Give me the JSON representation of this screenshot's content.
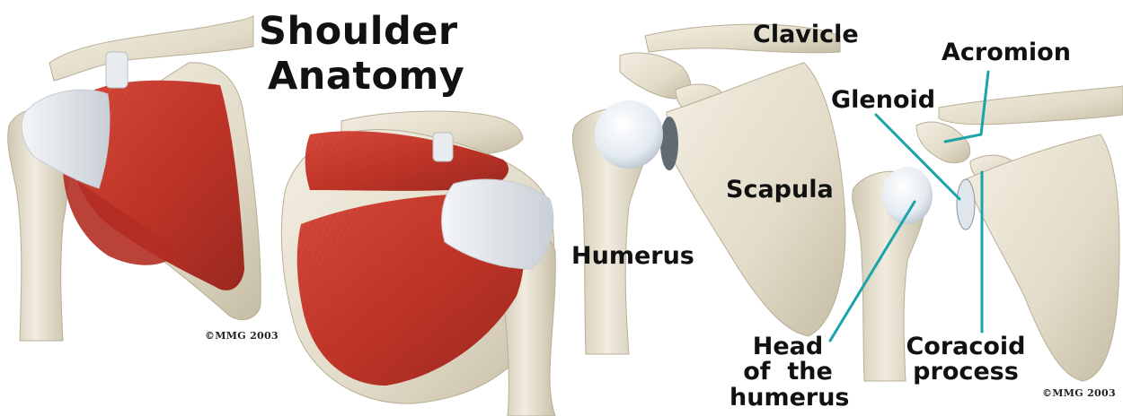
{
  "title": {
    "line1": "Shoulder",
    "line2": "Anatomy"
  },
  "labels": {
    "clavicle": "Clavicle",
    "acromion": "Acromion",
    "glenoid": "Glenoid",
    "scapula": "Scapula",
    "humerus": "Humerus",
    "head_humerus": {
      "line1": "Head",
      "line2": "of  the",
      "line3": "humerus"
    },
    "coracoid": {
      "line1": "Coracoid",
      "line2": "process"
    }
  },
  "copyrights": {
    "left": "©MMG 2003",
    "right": "©MMG 2003"
  },
  "colors": {
    "bone": "#e6e0d0",
    "bone_shade": "#c9c1ab",
    "muscle": "#c63a2e",
    "muscle_dark": "#9c2a22",
    "tendon": "#e9ecef",
    "leader_line": "#1aa3a8",
    "cartilage": "#dfe8f0"
  }
}
